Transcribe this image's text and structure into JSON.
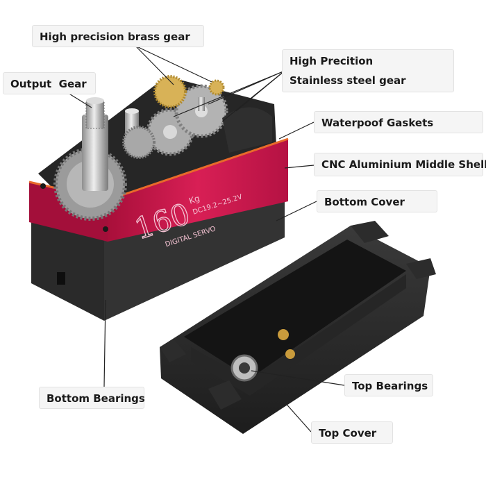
{
  "labels": {
    "brass_gear": "High precision brass gear",
    "steel_gear_line1": "High Precition",
    "steel_gear_line2": "Stainless steel gear",
    "output_gear": "Output  Gear",
    "gaskets": "Waterpoof Gaskets",
    "middle_shell": "CNC Aluminium Middle Shell",
    "bottom_cover": "Bottom Cover",
    "bottom_bearings": "Bottom Bearings",
    "top_bearings": "Top Bearings",
    "top_cover": "Top Cover"
  },
  "servo_print": {
    "torque": "160",
    "unit": "Kg",
    "voltage": "DC19.2~25.2V",
    "type": "DIGITAL SERVO"
  },
  "colors": {
    "shell_red": "#c8174a",
    "label_bg": "#f5f5f5",
    "housing_black": "#2b2b2b",
    "brass": "#d8b257",
    "steel": "#c9c9c9",
    "leader_line": "#222222"
  }
}
